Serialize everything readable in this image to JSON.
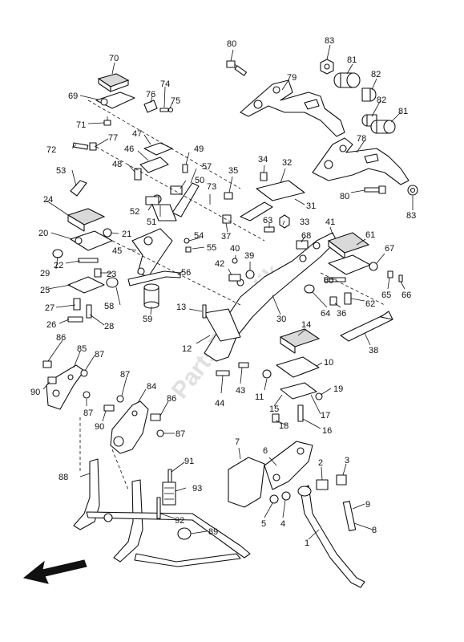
{
  "diagram": {
    "watermark": "PartsRepublik",
    "direction_icon": "front-arrow-icon",
    "callouts": [
      "1",
      "2",
      "3",
      "4",
      "5",
      "6",
      "7",
      "8",
      "9",
      "10",
      "11",
      "12",
      "13",
      "14",
      "15",
      "16",
      "17",
      "18",
      "19",
      "20",
      "21",
      "22",
      "23",
      "24",
      "25",
      "26",
      "27",
      "28",
      "29",
      "30",
      "31",
      "32",
      "33",
      "34",
      "35",
      "36",
      "37",
      "38",
      "39",
      "40",
      "41",
      "42",
      "43",
      "44",
      "45",
      "46",
      "47",
      "48",
      "49",
      "50",
      "51",
      "52",
      "53",
      "54",
      "55",
      "56",
      "57",
      "58",
      "59",
      "60",
      "61",
      "62",
      "63",
      "64",
      "65",
      "66",
      "67",
      "68",
      "69",
      "70",
      "71",
      "72",
      "73",
      "74",
      "75",
      "76",
      "77",
      "78",
      "79",
      "80",
      "80",
      "81",
      "81",
      "82",
      "82",
      "83",
      "83",
      "84",
      "85",
      "86",
      "86",
      "87",
      "87",
      "87",
      "87",
      "88",
      "89",
      "90",
      "90",
      "91",
      "92",
      "93"
    ]
  }
}
